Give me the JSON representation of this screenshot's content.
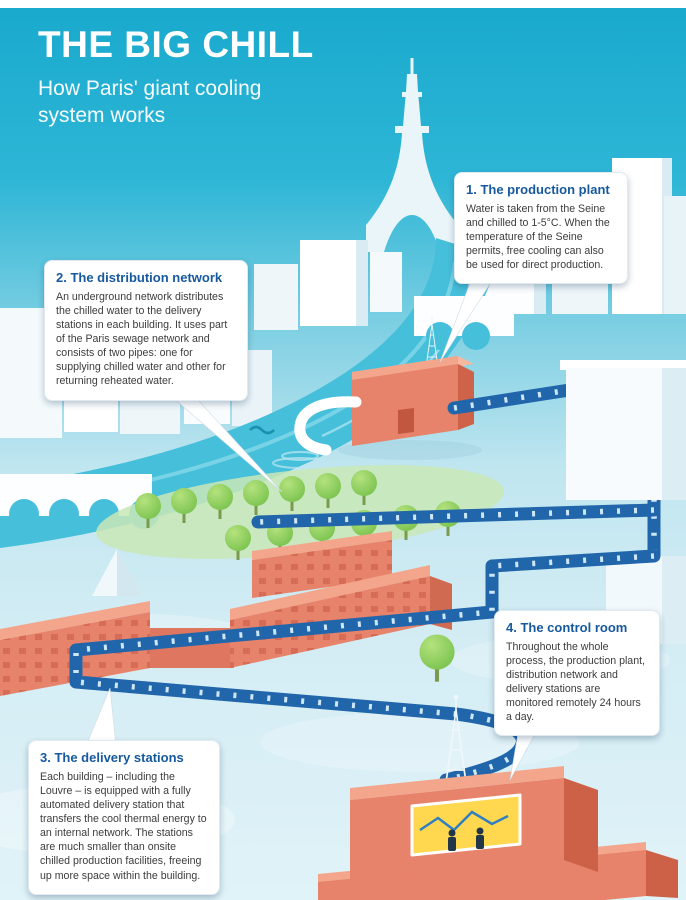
{
  "header": {
    "title": "THE BIG CHILL",
    "subtitle_line1": "How Paris' giant cooling",
    "subtitle_line2": "system works"
  },
  "callouts": {
    "production_plant": {
      "title": "1. The production plant",
      "body": "Water is taken from the Seine and chilled to 1-5°C. When the temperature of the Seine permits, free cooling can also be used for direct production."
    },
    "distribution_network": {
      "title": "2. The distribution network",
      "body": "An underground network distributes the chilled water to the delivery stations in each building. It uses part of the Paris sewage network and consists of two pipes: one for supplying chilled water and other for returning reheated water."
    },
    "delivery_stations": {
      "title": "3. The delivery stations",
      "body": "Each building – including the Louvre – is equipped with a fully automated delivery station that transfers the cool thermal energy to an internal network. The stations are much smaller than onsite chilled production facilities, freeing up more space within the building."
    },
    "control_room": {
      "title": "4. The control room",
      "body": "Throughout the whole process, the production plant, distribution network and delivery stations are monitored remotely 24 hours a day."
    }
  },
  "colors": {
    "sky_teal": "#2eb6d6",
    "ground_ice": "#d5edf4",
    "river_cyan": "#46bfdb",
    "pipe_blue": "#2166ab",
    "building_salmon": "#e8836b",
    "callout_title_blue": "#17599e",
    "tree_green": "#8ccb52",
    "control_window_yellow": "#ffd84f"
  }
}
